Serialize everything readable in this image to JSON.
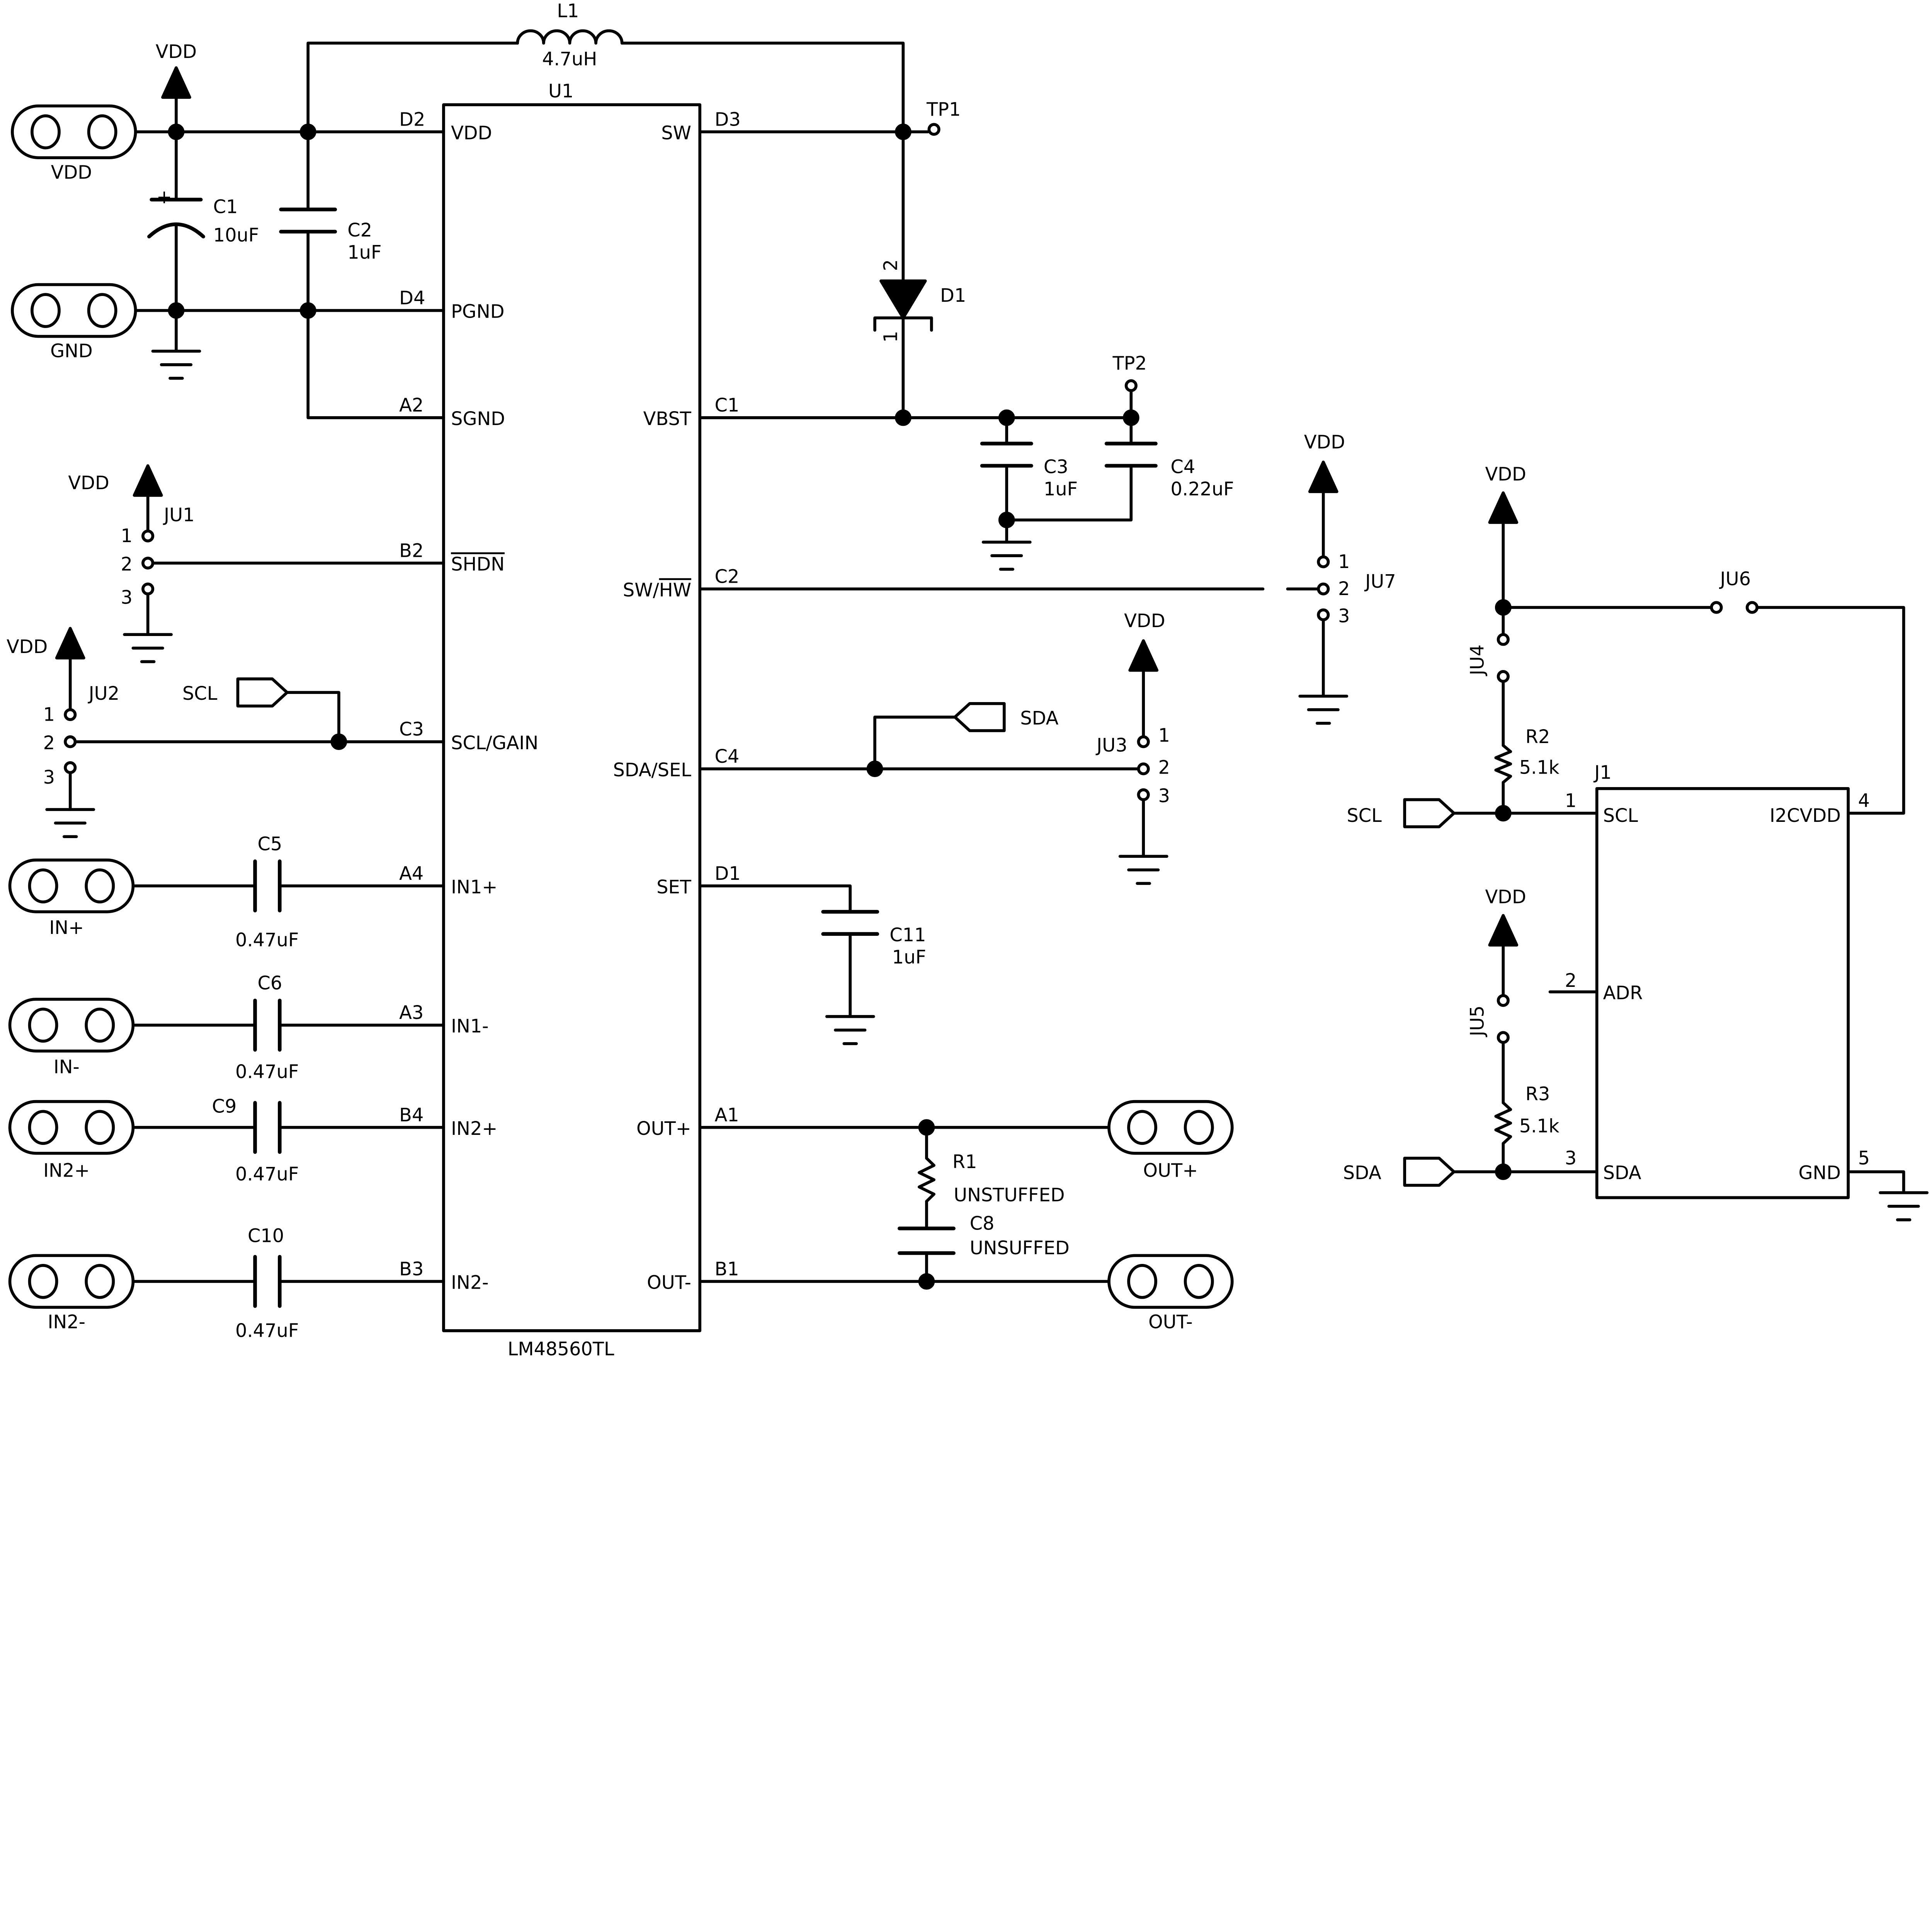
{
  "chip": {
    "ref": "U1",
    "part": "LM48560TL",
    "left_pins": [
      {
        "num": "D2",
        "name": "VDD"
      },
      {
        "num": "D4",
        "name": "PGND"
      },
      {
        "num": "A2",
        "name": "SGND"
      },
      {
        "num": "B2",
        "name": "SHDN"
      },
      {
        "num": "C3",
        "name": "SCL/GAIN"
      },
      {
        "num": "A4",
        "name": "IN1+"
      },
      {
        "num": "A3",
        "name": "IN1-"
      },
      {
        "num": "B4",
        "name": "IN2+"
      },
      {
        "num": "B3",
        "name": "IN2-"
      }
    ],
    "right_pins": [
      {
        "num": "D3",
        "name": "SW"
      },
      {
        "num": "C1",
        "name": "VBST"
      },
      {
        "num": "C2",
        "name": "SW/",
        "name_bar": "HW"
      },
      {
        "num": "C4",
        "name": "SDA/SEL"
      },
      {
        "num": "D1",
        "name": "SET"
      },
      {
        "num": "A1",
        "name": "OUT+"
      },
      {
        "num": "B1",
        "name": "OUT-"
      }
    ]
  },
  "components": {
    "L1": {
      "ref": "L1",
      "value": "4.7uH"
    },
    "C1": {
      "ref": "C1",
      "value": "10uF",
      "polarity": "+"
    },
    "C2": {
      "ref": "C2",
      "value": "1uF"
    },
    "C3": {
      "ref": "C3",
      "value": "1uF"
    },
    "C4": {
      "ref": "C4",
      "value": "0.22uF"
    },
    "C5": {
      "ref": "C5",
      "value": "0.47uF"
    },
    "C6": {
      "ref": "C6",
      "value": "0.47uF"
    },
    "C9": {
      "ref": "C9",
      "value": "0.47uF"
    },
    "C10": {
      "ref": "C10",
      "value": "0.47uF"
    },
    "C11": {
      "ref": "C11",
      "value": "1uF"
    },
    "C8": {
      "ref": "C8",
      "value": "UNSUFFED"
    },
    "R1": {
      "ref": "R1",
      "value": "UNSTUFFED"
    },
    "R2": {
      "ref": "R2",
      "value": "5.1k"
    },
    "R3": {
      "ref": "R3",
      "value": "5.1k"
    },
    "D1": {
      "ref": "D1",
      "pin_anode": "2",
      "pin_cathode": "1"
    },
    "TP1": {
      "ref": "TP1"
    },
    "TP2": {
      "ref": "TP2"
    }
  },
  "jumpers": {
    "JU1": {
      "ref": "JU1",
      "pins": [
        "1",
        "2",
        "3"
      ]
    },
    "JU2": {
      "ref": "JU2",
      "pins": [
        "1",
        "2",
        "3"
      ]
    },
    "JU3": {
      "ref": "JU3",
      "pins": [
        "1",
        "2",
        "3"
      ]
    },
    "JU7": {
      "ref": "JU7",
      "pins": [
        "1",
        "2",
        "3"
      ]
    },
    "JU4": {
      "ref": "JU4"
    },
    "JU5": {
      "ref": "JU5"
    },
    "JU6": {
      "ref": "JU6"
    }
  },
  "connectors": {
    "vdd": "VDD",
    "gnd": "GND",
    "in1p": "IN+",
    "in1n": "IN-",
    "in2p": "IN2+",
    "in2n": "IN2-",
    "outp": "OUT+",
    "outn": "OUT-"
  },
  "power_label": "VDD",
  "nets": {
    "scl": "SCL",
    "sda": "SDA"
  },
  "j1": {
    "ref": "J1",
    "pins": [
      {
        "num": "1",
        "name": "SCL"
      },
      {
        "num": "2",
        "name": "ADR"
      },
      {
        "num": "3",
        "name": "SDA"
      },
      {
        "num": "4",
        "name": "I2CVDD"
      },
      {
        "num": "5",
        "name": "GND"
      }
    ]
  },
  "colors": {
    "ink": "#000000",
    "background": "#ffffff"
  }
}
